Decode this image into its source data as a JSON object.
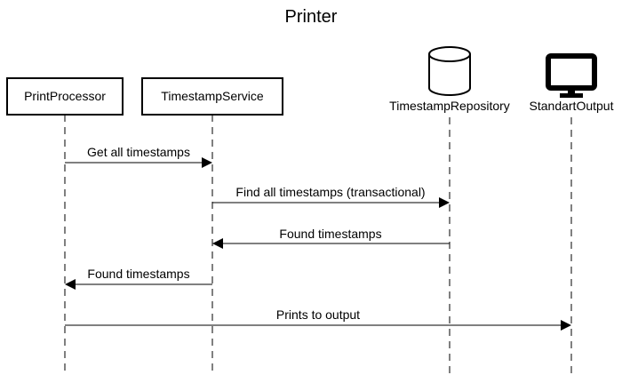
{
  "diagram": {
    "title": "Printer",
    "participants": [
      {
        "id": "pp",
        "label": "PrintProcessor",
        "kind": "box"
      },
      {
        "id": "ts",
        "label": "TimestampService",
        "kind": "box"
      },
      {
        "id": "tr",
        "label": "TimestampRepository",
        "kind": "database-icon"
      },
      {
        "id": "so",
        "label": "StandartOutput",
        "kind": "monitor-icon"
      }
    ],
    "messages": [
      {
        "from": "pp",
        "to": "ts",
        "label": "Get all timestamps"
      },
      {
        "from": "ts",
        "to": "tr",
        "label": "Find all timestamps (transactional)"
      },
      {
        "from": "tr",
        "to": "ts",
        "label": "Found timestamps"
      },
      {
        "from": "ts",
        "to": "pp",
        "label": "Found timestamps"
      },
      {
        "from": "pp",
        "to": "so",
        "label": "Prints to output"
      }
    ]
  }
}
